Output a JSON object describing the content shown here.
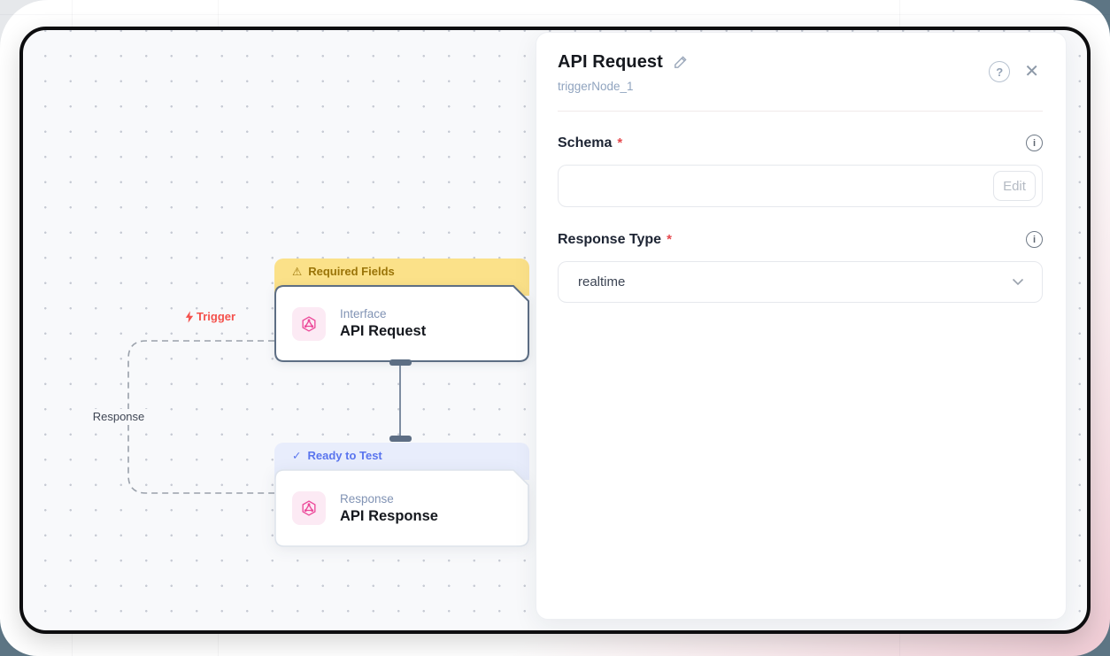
{
  "panel": {
    "title": "API Request",
    "subtitle": "triggerNode_1",
    "help_icon": "?",
    "close_icon": "✕",
    "fields": [
      {
        "label": "Schema",
        "required_mark": "*",
        "info_icon": "i",
        "value": "",
        "button_label": "Edit"
      },
      {
        "label": "Response Type",
        "required_mark": "*",
        "info_icon": "i",
        "value": "realtime"
      }
    ]
  },
  "canvas": {
    "edges": {
      "trigger_label": "Trigger",
      "response_label": "Response"
    },
    "nodes": [
      {
        "banner_icon": "⚠",
        "banner": "Required Fields",
        "category": "Interface",
        "title": "API Request",
        "status": "warning",
        "selected": true
      },
      {
        "banner_icon": "✓",
        "banner": "Ready to Test",
        "category": "Response",
        "title": "API Response",
        "status": "ready",
        "selected": false
      }
    ]
  },
  "colors": {
    "node_accent_pink": "#ec4899",
    "warning_banner_bg": "#fbe189",
    "warning_text": "#9a7408",
    "ready_banner_bg": "#e8edfc",
    "ready_text": "#5a75ee",
    "trigger_red": "#f4514c",
    "selected_border": "#5d6e84",
    "canvas_bg": "#f8f9fb",
    "frame_border": "#0d0d0f",
    "required_star": "#e5484d"
  }
}
